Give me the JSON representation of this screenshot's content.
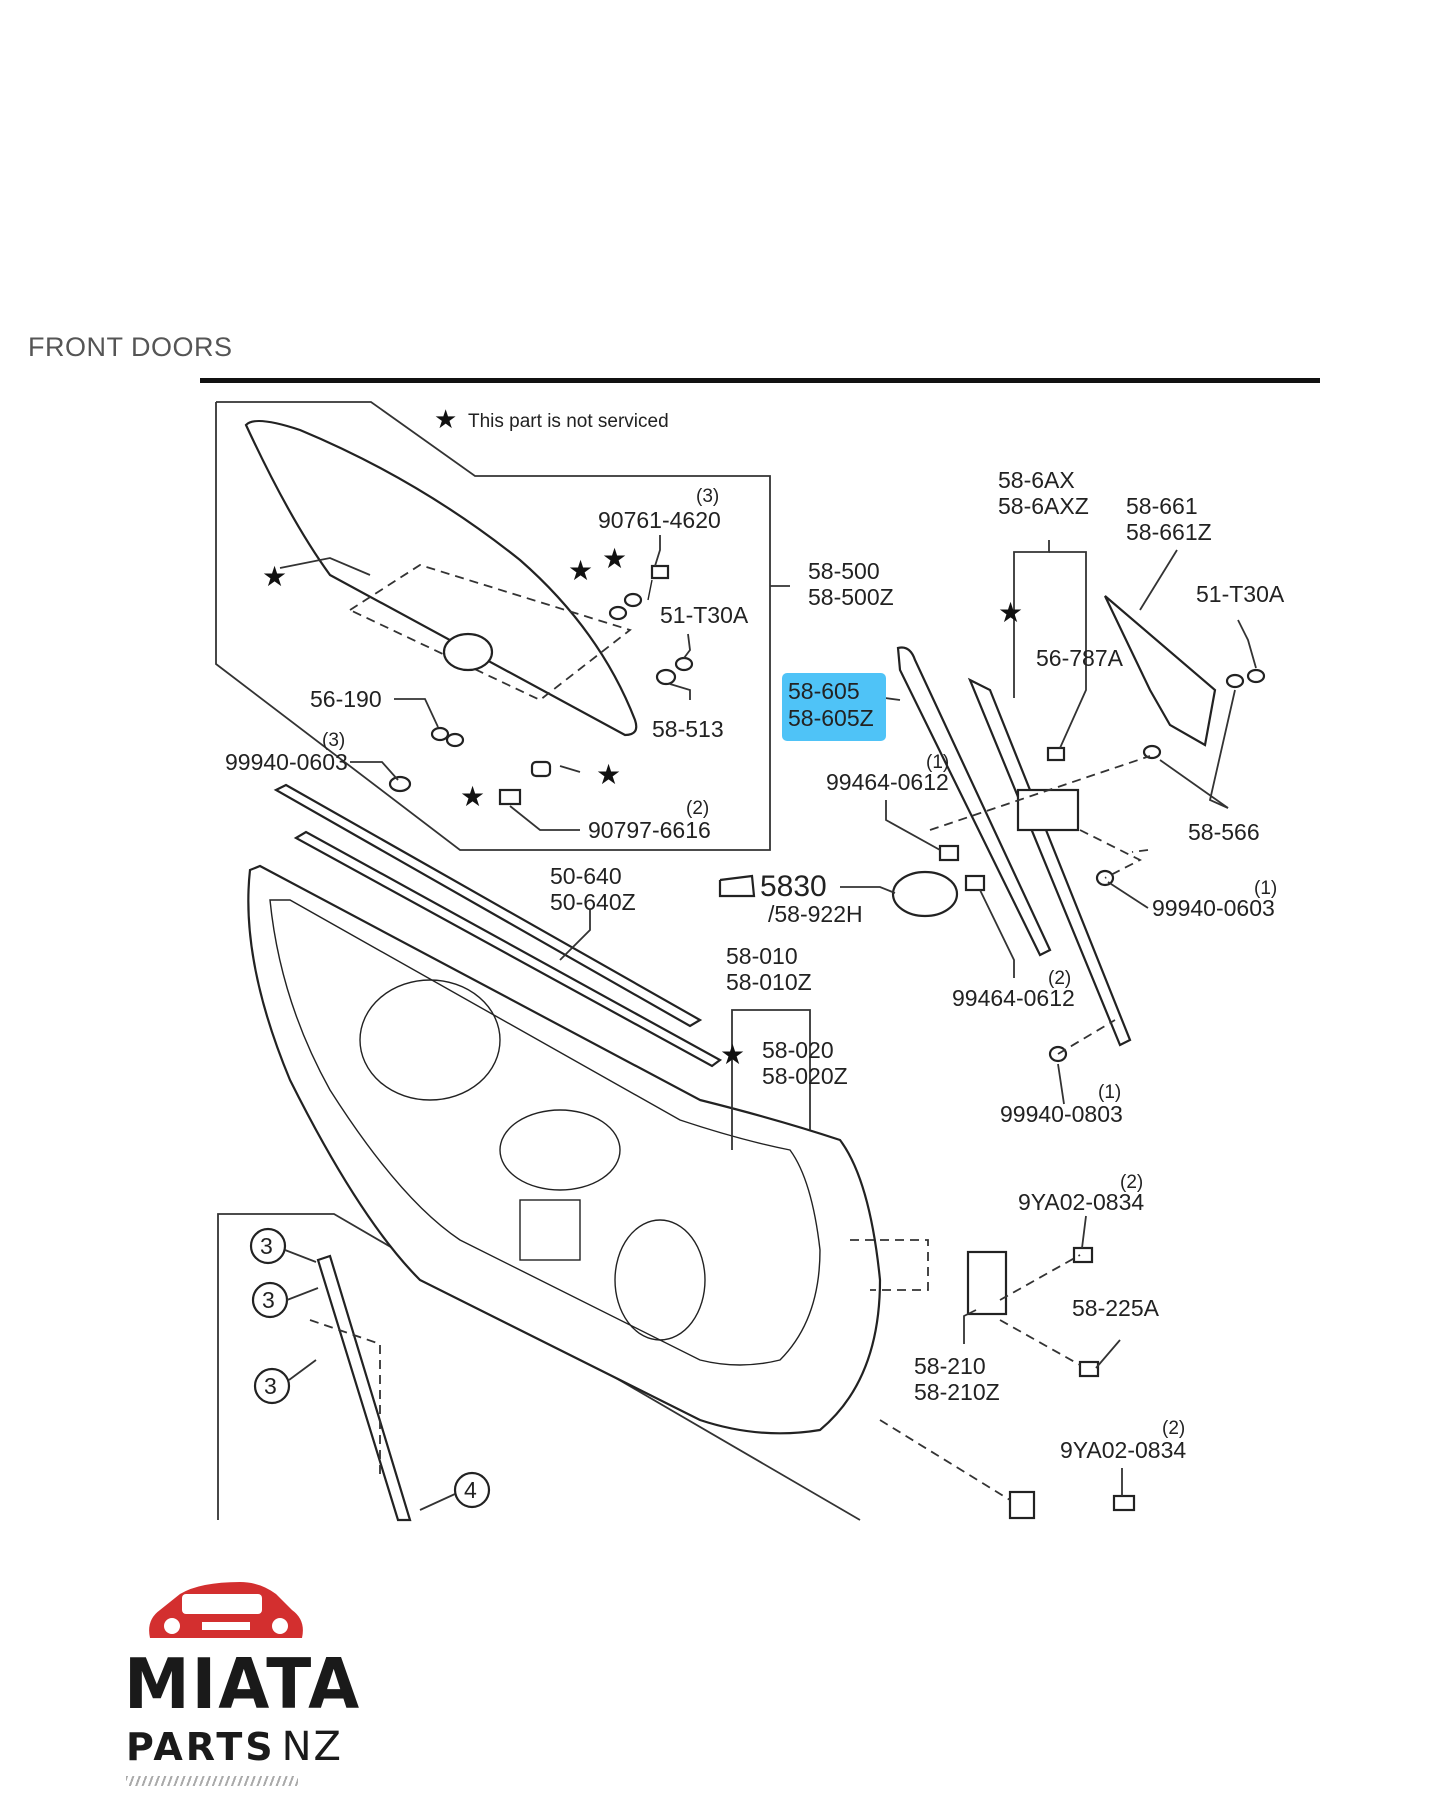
{
  "page": {
    "title": "FRONT DOORS"
  },
  "diagram": {
    "note": "This part is not serviced",
    "star": "★",
    "labels": {
      "p90761": "90761-4620",
      "p90761_qty": "(3)",
      "p58500": "58-500",
      "p58500z": "58-500Z",
      "p51t30a_left": "51-T30A",
      "p58513": "58-513",
      "p56190": "56-190",
      "p99940_0603_left": "99940-0603",
      "p99940_0603_left_qty": "(3)",
      "p90797": "90797-6616",
      "p90797_qty": "(2)",
      "p586ax": "58-6AX",
      "p586axz": "58-6AXZ",
      "p58661": "58-661",
      "p58661z": "58-661Z",
      "p51t30a_right": "51-T30A",
      "p56787a": "56-787A",
      "p58605": "58-605",
      "p58605z": "58-605Z",
      "p99464_top": "99464-0612",
      "p99464_top_qty": "(1)",
      "p58566": "58-566",
      "p5830": "5830",
      "p58922h": "/58-922H",
      "p99940_0603_right": "99940-0603",
      "p99940_0603_right_qty": "(1)",
      "p50640": "50-640",
      "p50640z": "50-640Z",
      "p99464_bottom": "99464-0612",
      "p99464_bottom_qty": "(2)",
      "p58010": "58-010",
      "p58010z": "58-010Z",
      "p58020": "58-020",
      "p58020z": "58-020Z",
      "p99940_0803": "99940-0803",
      "p99940_0803_qty": "(1)",
      "p9ya02_top": "9YA02-0834",
      "p9ya02_top_qty": "(2)",
      "p58225a": "58-225A",
      "p58210": "58-210",
      "p58210z": "58-210Z",
      "p9ya02_bottom": "9YA02-0834",
      "p9ya02_bottom_qty": "(2)",
      "c3a": "3",
      "c3b": "3",
      "c3c": "3",
      "c4": "4"
    },
    "highlight_color": "#4fc3f7"
  },
  "logo": {
    "line1": "MIATA",
    "line2": "PARTS",
    "line3": "NZ",
    "car_color": "#d32f2f"
  }
}
